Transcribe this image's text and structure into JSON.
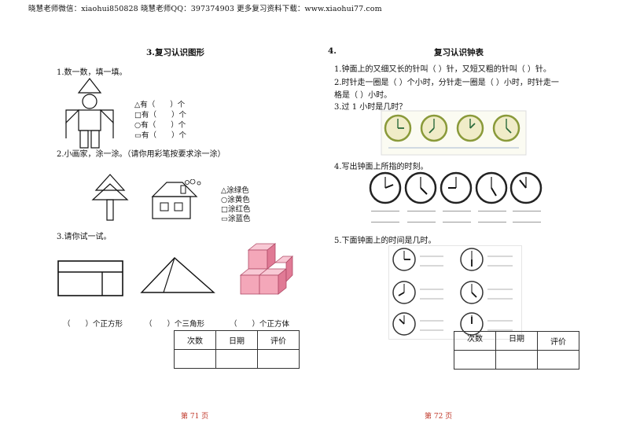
{
  "header": {
    "text": "晓慧老师微信：xiaohui850828 晓慧老师QQ：397374903 更多复习资料下载：www.xiaohui77.com"
  },
  "left": {
    "title": "3.复习认识图形",
    "q1": {
      "prompt": "1.数一数，填一填。",
      "rows": [
        "△有（　　）个",
        "□有（　　）个",
        "○有（　　）个",
        "▭有（　　）个"
      ]
    },
    "q2": {
      "prompt": "2.小画家，涂一涂。（请你用彩笔按要求涂一涂）",
      "legend": [
        "△涂绿色",
        "○涂黄色",
        "□涂红色",
        "▭涂蓝色"
      ]
    },
    "q3": {
      "prompt": "3.请你试一试。",
      "answers": [
        "（　　）个正方形",
        "（　　）个三角形",
        "（　　）个正方体"
      ]
    },
    "table": {
      "headers": [
        "次数",
        "日期",
        "评价"
      ]
    },
    "footer": "第 71 页"
  },
  "right": {
    "number": "4.",
    "title": "复习认识钟表",
    "q1": "1.钟面上的又细又长的针叫（ ）针，又短又粗的针叫（ ）针。",
    "q2_line1": "2.时针走一圈是（ ）个小时，分针走一圈是（ ）小时，时针走一",
    "q2_line2": "格是（ ）小时。",
    "q3": "3.过 1 小时是几时？",
    "q4": "4.写出钟面上所指的时刻。",
    "q5": "5.下面钟面上的时间是几时。",
    "table": {
      "headers": [
        "次数",
        "日期",
        "评价"
      ]
    },
    "footer": "第 72 页"
  },
  "colors": {
    "cube_front": "#f4a7b9",
    "cube_top": "#f8c9d5",
    "cube_side": "#e07a95",
    "clock_rim": "#8a9a3a",
    "clock_face": "#f0ecc8",
    "footer": "#c0392b"
  }
}
